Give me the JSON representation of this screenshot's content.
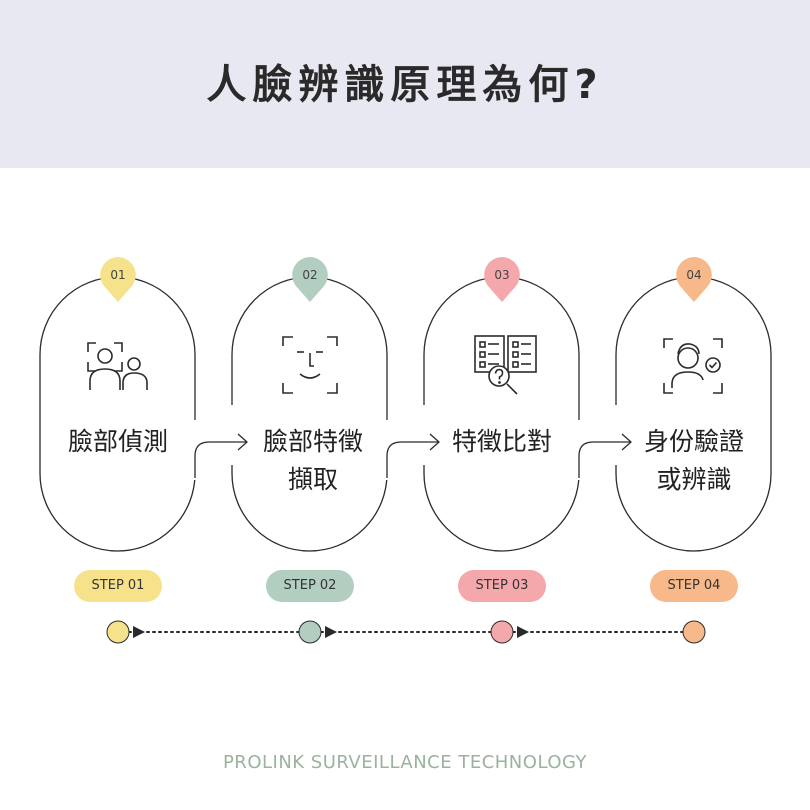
{
  "header": {
    "title": "人臉辨識原理為何?"
  },
  "colors": {
    "header_bg": "#e8e8f2",
    "yellow": "#f7e28c",
    "green": "#b2cec0",
    "pink": "#f5a8ac",
    "orange": "#f7b88a",
    "footer_text": "#9bb29c"
  },
  "steps": [
    {
      "num": "01",
      "line1": "臉部偵測",
      "line2": "",
      "pill": "STEP 01",
      "icon": "people-face-scan-icon",
      "color": "#f7e28c"
    },
    {
      "num": "02",
      "line1": "臉部特徵",
      "line2": "擷取",
      "pill": "STEP 02",
      "icon": "face-scan-icon",
      "color": "#b2cec0"
    },
    {
      "num": "03",
      "line1": "特徵比對",
      "line2": "",
      "pill": "STEP 03",
      "icon": "document-compare-icon",
      "color": "#f5a8ac"
    },
    {
      "num": "04",
      "line1": "身份驗證",
      "line2": "或辨識",
      "pill": "STEP 04",
      "icon": "user-verified-icon",
      "color": "#f7b88a"
    }
  ],
  "footer": {
    "text": "PROLINK SURVEILLANCE TECHNOLOGY"
  }
}
